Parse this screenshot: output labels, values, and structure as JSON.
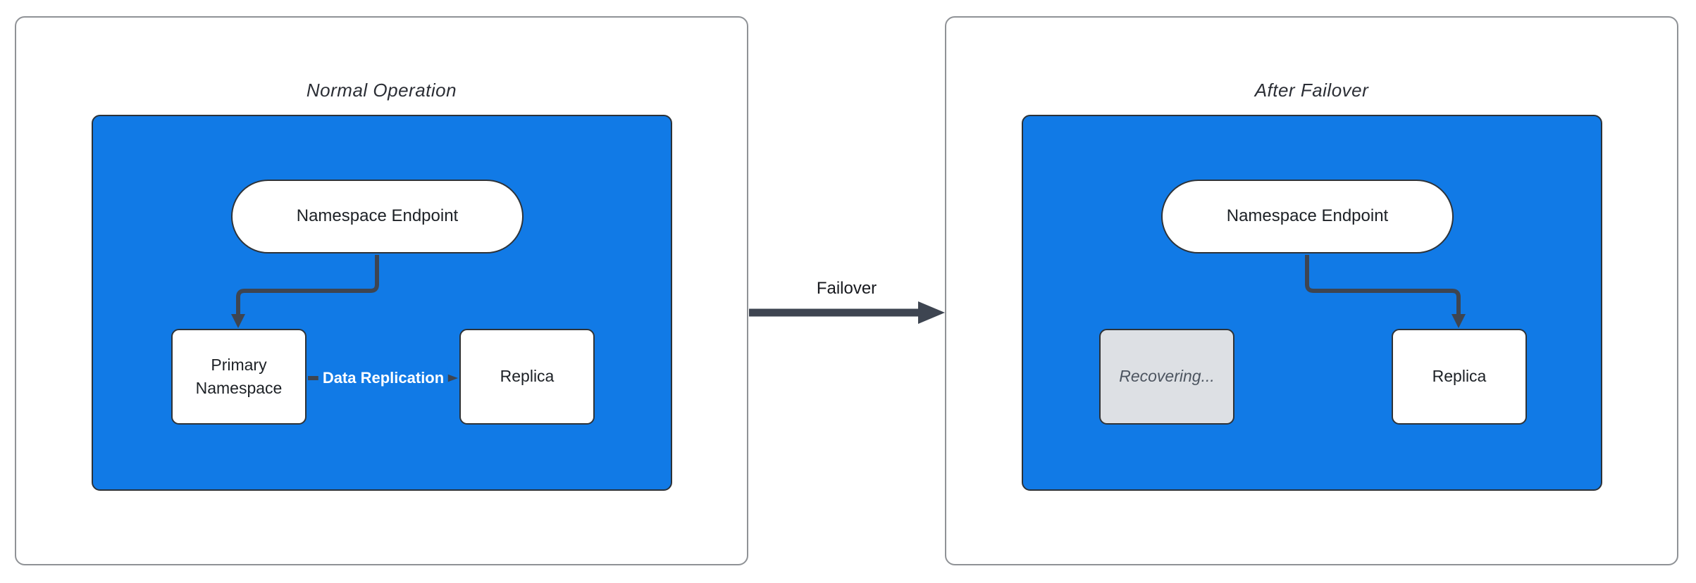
{
  "diagram": {
    "panels": [
      {
        "title": "Normal Operation",
        "endpoint": "Namespace Endpoint",
        "left_node": "Primary Namespace",
        "right_node": "Replica",
        "edge_label": "Data Replication"
      },
      {
        "title": "After Failover",
        "endpoint": "Namespace Endpoint",
        "left_node": "Recovering...",
        "right_node": "Replica"
      }
    ],
    "transition_label": "Failover",
    "edges": [
      {
        "from": "Namespace Endpoint",
        "to": "Primary Namespace",
        "panel": "Normal Operation",
        "label": ""
      },
      {
        "from": "Primary Namespace",
        "to": "Replica",
        "panel": "Normal Operation",
        "label": "Data Replication"
      },
      {
        "from": "Normal Operation",
        "to": "After Failover",
        "label": "Failover"
      },
      {
        "from": "Namespace Endpoint",
        "to": "Replica",
        "panel": "After Failover",
        "label": ""
      }
    ],
    "colors": {
      "cluster_fill": "#117ae6",
      "node_fill": "#ffffff",
      "node_border": "#2e3338",
      "recovering_fill": "#dde0e4",
      "recovering_text": "#4d5560",
      "arrow": "#3e4551",
      "panel_border": "#8f9296",
      "replication_label_text": "#ffffff",
      "text": "#1d2126"
    }
  }
}
